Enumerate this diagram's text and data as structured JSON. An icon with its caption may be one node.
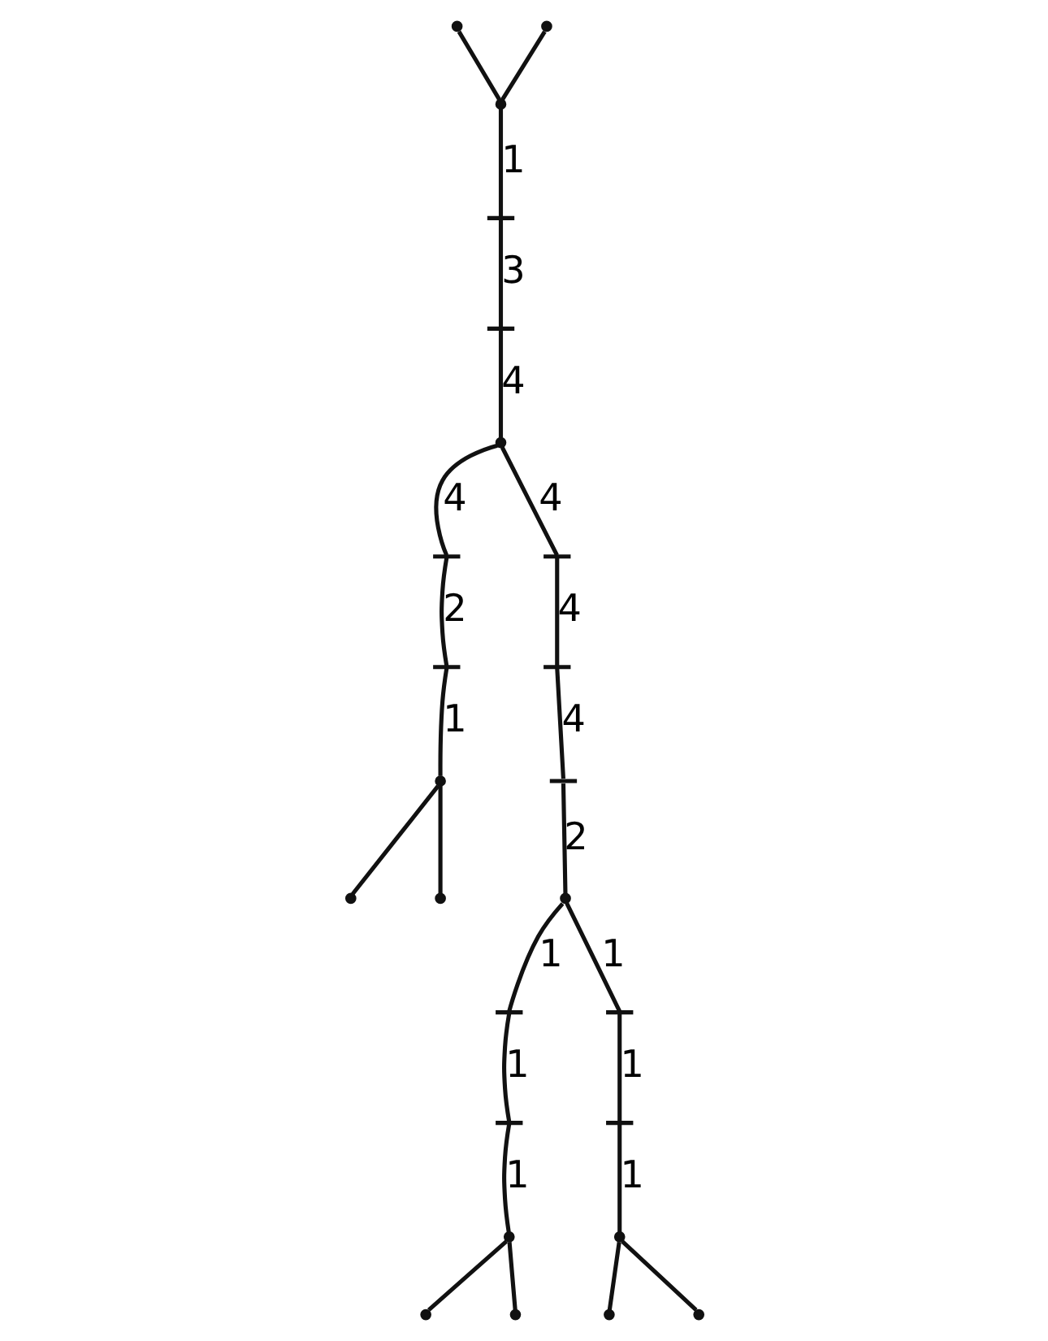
{
  "diagram": {
    "nodes": [
      {
        "text": [],
        "shape": "point"
      },
      {
        "text": [],
        "shape": "point"
      },
      {
        "text": [],
        "shape": "point"
      },
      {
        "text": [],
        "shape": "bar"
      },
      {
        "text": [],
        "shape": "bar"
      },
      {
        "text": [],
        "shape": "point"
      },
      {
        "text": [],
        "shape": "bar"
      },
      {
        "text": [],
        "shape": "bar"
      },
      {
        "text": [],
        "shape": "point"
      },
      {
        "text": [],
        "shape": "point"
      },
      {
        "text": [],
        "shape": "point"
      },
      {
        "text": [],
        "shape": "bar"
      },
      {
        "text": [],
        "shape": "bar"
      },
      {
        "text": [],
        "shape": "bar"
      },
      {
        "text": [],
        "shape": "point"
      },
      {
        "text": [],
        "shape": "bar"
      },
      {
        "text": [],
        "shape": "bar"
      },
      {
        "text": [],
        "shape": "bar"
      },
      {
        "text": [],
        "shape": "bar"
      },
      {
        "text": [],
        "shape": "point"
      },
      {
        "text": [],
        "shape": "point"
      },
      {
        "text": [],
        "shape": "point"
      },
      {
        "text": [],
        "shape": "point"
      },
      {
        "text": [],
        "shape": "point"
      },
      {
        "text": [],
        "shape": "point"
      }
    ],
    "edges": [
      {
        "from": 1,
        "to": 0,
        "arrow": "none"
      },
      {
        "from": 2,
        "to": 0,
        "arrow": "none"
      },
      {
        "from": 0,
        "to": 3,
        "arrow": "none",
        "label": "1"
      },
      {
        "from": 3,
        "to": 4,
        "arrow": "none",
        "label": "3"
      },
      {
        "from": 4,
        "to": 5,
        "arrow": "none",
        "label": "4"
      },
      {
        "from": 5,
        "to": 6,
        "arrow": "none",
        "label": "4"
      },
      {
        "from": 6,
        "to": 7,
        "arrow": "none",
        "label": "2"
      },
      {
        "from": 7,
        "to": 8,
        "arrow": "none",
        "label": "1"
      },
      {
        "from": 8,
        "to": 9,
        "arrow": "none"
      },
      {
        "from": 8,
        "to": 10,
        "arrow": "none"
      },
      {
        "from": 5,
        "to": 11,
        "arrow": "none",
        "label": "4"
      },
      {
        "from": 11,
        "to": 12,
        "arrow": "none",
        "label": "4"
      },
      {
        "from": 12,
        "to": 13,
        "arrow": "none",
        "label": "4"
      },
      {
        "from": 13,
        "to": 14,
        "arrow": "none",
        "label": "2"
      },
      {
        "from": 14,
        "to": 15,
        "arrow": "none",
        "label": "1"
      },
      {
        "from": 15,
        "to": 17,
        "arrow": "none",
        "label": "1"
      },
      {
        "from": 17,
        "to": 19,
        "arrow": "none",
        "label": "1"
      },
      {
        "from": 19,
        "to": 20,
        "arrow": "none"
      },
      {
        "from": 19,
        "to": 21,
        "arrow": "none"
      },
      {
        "from": 14,
        "to": 16,
        "arrow": "none",
        "label": "1"
      },
      {
        "from": 16,
        "to": 18,
        "arrow": "none",
        "label": "1"
      },
      {
        "from": 18,
        "to": 22,
        "arrow": "none",
        "label": "1"
      },
      {
        "from": 22,
        "to": 23,
        "arrow": "none"
      },
      {
        "from": 22,
        "to": 24,
        "arrow": "none"
      }
    ]
  }
}
